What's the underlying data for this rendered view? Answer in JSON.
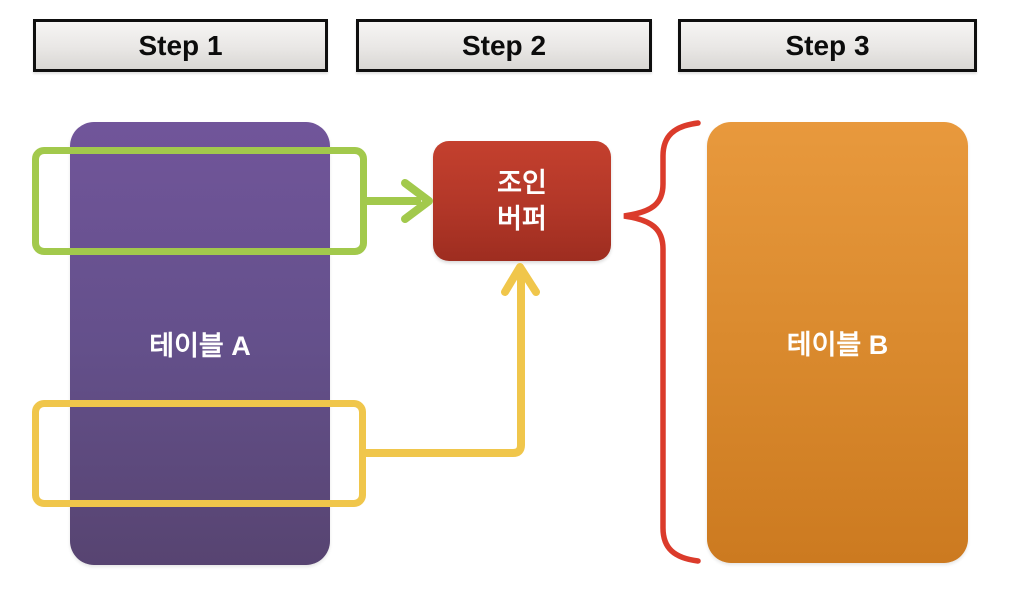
{
  "steps": [
    {
      "label": "Step 1"
    },
    {
      "label": "Step 2"
    },
    {
      "label": "Step 3"
    }
  ],
  "tables": {
    "table_a": {
      "label": "테이블 A"
    },
    "table_b": {
      "label": "테이블 B"
    }
  },
  "join_buffer": {
    "line1": "조인",
    "line2": "버퍼"
  },
  "colors": {
    "table_a_top": "#71559A",
    "table_a_bottom": "#574471",
    "table_b_top": "#E8993D",
    "table_b_bottom": "#CC7A20",
    "join_buffer_top": "#C4402E",
    "join_buffer_bottom": "#9E2D20",
    "green_range": "#A2C94C",
    "yellow_range": "#F0C64B",
    "brace_red": "#DB3B2B",
    "step_box_border": "#0F0F0F",
    "step_box_fill_top": "#F6F5F4",
    "step_box_fill_bottom": "#D9D7D4",
    "label_text": "#FFFFFF"
  }
}
